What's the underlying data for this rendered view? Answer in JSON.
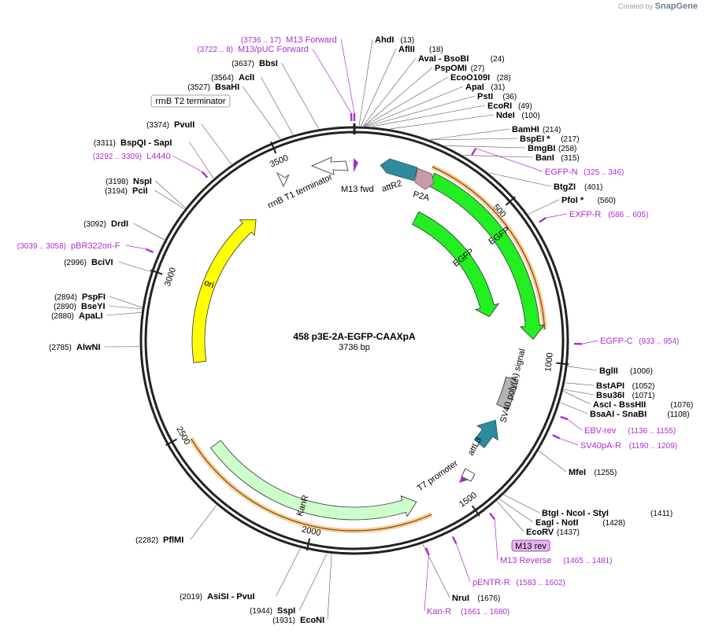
{
  "brand": {
    "prefix": "Created by",
    "name": "SnapGene"
  },
  "plasmid": {
    "name": "458 p3E-2A-EGFP-CAAXpA",
    "size_label": "3736 bp",
    "length": 3736
  },
  "tick_labels": [
    "500",
    "1000",
    "1500",
    "2000",
    "2500",
    "3000",
    "3500"
  ],
  "enzymes": [
    {
      "name": "AhdI",
      "pos": "(13)",
      "site": 13
    },
    {
      "name": "AflII",
      "pos": "(18)",
      "site": 18
    },
    {
      "name": "AvaI  - BsoBI",
      "pos": "(24)",
      "site": 24
    },
    {
      "name": "PspOMI",
      "pos": "(27)",
      "site": 27
    },
    {
      "name": "EcoO109I",
      "pos": "(28)",
      "site": 28
    },
    {
      "name": "ApaI",
      "pos": "(31)",
      "site": 31
    },
    {
      "name": "PstI",
      "pos": "(36)",
      "site": 36
    },
    {
      "name": "EcoRI",
      "pos": "(49)",
      "site": 49
    },
    {
      "name": "NdeI",
      "pos": "(100)",
      "site": 100
    },
    {
      "name": "BamHI",
      "pos": "(214)",
      "site": 214
    },
    {
      "name": "BspEI *",
      "pos": "(217)",
      "site": 217
    },
    {
      "name": "BmgBI",
      "pos": "(258)",
      "site": 258
    },
    {
      "name": "BanI",
      "pos": "(315)",
      "site": 315
    },
    {
      "name": "BtgZI",
      "pos": "(401)",
      "site": 401
    },
    {
      "name": "PfoI *",
      "pos": "(560)",
      "site": 560
    },
    {
      "name": "BglII",
      "pos": "(1006)",
      "site": 1006
    },
    {
      "name": "BstAPI",
      "pos": "(1052)",
      "site": 1052
    },
    {
      "name": "Bsu36I",
      "pos": "(1071)",
      "site": 1071
    },
    {
      "name": "AscI  - BssHII",
      "pos": "(1076)",
      "site": 1076
    },
    {
      "name": "BsaAI  - SnaBI",
      "pos": "(1108)",
      "site": 1108
    },
    {
      "name": "MfeI",
      "pos": "(1255)",
      "site": 1255
    },
    {
      "name": "BtgI  - NcoI  - StyI",
      "pos": "(1411)",
      "site": 1411
    },
    {
      "name": "EagI  - NotI",
      "pos": "(1428)",
      "site": 1428
    },
    {
      "name": "EcoRV",
      "pos": "(1437)",
      "site": 1437
    },
    {
      "name": "NruI",
      "pos": "(1676)",
      "site": 1676
    },
    {
      "name": "EcoNI",
      "pos": "(1931)",
      "site": 1931
    },
    {
      "name": "SspI",
      "pos": "(1944)",
      "site": 1944
    },
    {
      "name": "AsiSI  - PvuI",
      "pos": "(2019)",
      "site": 2019
    },
    {
      "name": "PflMI",
      "pos": "(2282)",
      "site": 2282
    },
    {
      "name": "AlwNI",
      "pos": "(2785)",
      "site": 2785
    },
    {
      "name": "ApaLI",
      "pos": "(2880)",
      "site": 2880
    },
    {
      "name": "BseYI",
      "pos": "(2890)",
      "site": 2890
    },
    {
      "name": "PspFI",
      "pos": "(2894)",
      "site": 2894
    },
    {
      "name": "BciVI",
      "pos": "(2996)",
      "site": 2996
    },
    {
      "name": "DrdI",
      "pos": "(3092)",
      "site": 3092
    },
    {
      "name": "PciI",
      "pos": "(3194)",
      "site": 3194
    },
    {
      "name": "NspI",
      "pos": "(3198)",
      "site": 3198
    },
    {
      "name": "BspQI  - SapI",
      "pos": "(3311)",
      "site": 3311
    },
    {
      "name": "PvuII",
      "pos": "(3374)",
      "site": 3374
    },
    {
      "name": "BsaHI",
      "pos": "(3527)",
      "site": 3527
    },
    {
      "name": "AclI",
      "pos": "(3564)",
      "site": 3564
    },
    {
      "name": "BbsI",
      "pos": "(3637)",
      "site": 3637
    }
  ],
  "primers": [
    {
      "name": "M13 Forward",
      "range": "(3736 .. 17)",
      "mid": 3736
    },
    {
      "name": "M13/pUC Forward",
      "range": "(3722 .. 8)",
      "mid": 3728
    },
    {
      "name": "EGFP-N",
      "range": "(325 .. 346)",
      "mid": 335
    },
    {
      "name": "EXFP-R",
      "range": "(586 .. 605)",
      "mid": 595
    },
    {
      "name": "EGFP-C",
      "range": "(933 .. 954)",
      "mid": 943
    },
    {
      "name": "EBV-rev",
      "range": "(1136 .. 1155)",
      "mid": 1145
    },
    {
      "name": "SV40pA-R",
      "range": "(1190 .. 1209)",
      "mid": 1199
    },
    {
      "name": "M13 Reverse",
      "range": "(1465 .. 1481)",
      "mid": 1473
    },
    {
      "name": "pENTR-R",
      "range": "(1583 .. 1602)",
      "mid": 1592
    },
    {
      "name": "Kan-R",
      "range": "(1661 .. 1680)",
      "mid": 1670
    },
    {
      "name": "pBR322ori-F",
      "range": "(3039 .. 3058)",
      "mid": 3048
    },
    {
      "name": "L4440",
      "range": "(3292 .. 3309)",
      "mid": 3300
    }
  ],
  "boxed_labels": {
    "terminator": "rrnB T2 terminator",
    "m13rev": "M13 rev"
  },
  "features": {
    "m13fwd": "M13 fwd",
    "attr2": "attR2",
    "p2a": "P2A",
    "egfp_outer": "EGFP",
    "egfp_inner": "EGFP",
    "sv40": "SV40 poly(A) signal",
    "attl3": "attL3",
    "t7": "T7 promoter",
    "kanr": "KanR",
    "ori": "ori",
    "rrnb_t1": "rrnB T1 terminator"
  },
  "colors": {
    "egfp": "#22ee22",
    "ori": "#ffff00",
    "kanr": "#ccffcc",
    "att": "#2e8b9f",
    "p2a": "#c89aaa",
    "sv40": "#b4b4b4",
    "primer": "#b02bd6",
    "orf": "#f2a33a"
  }
}
